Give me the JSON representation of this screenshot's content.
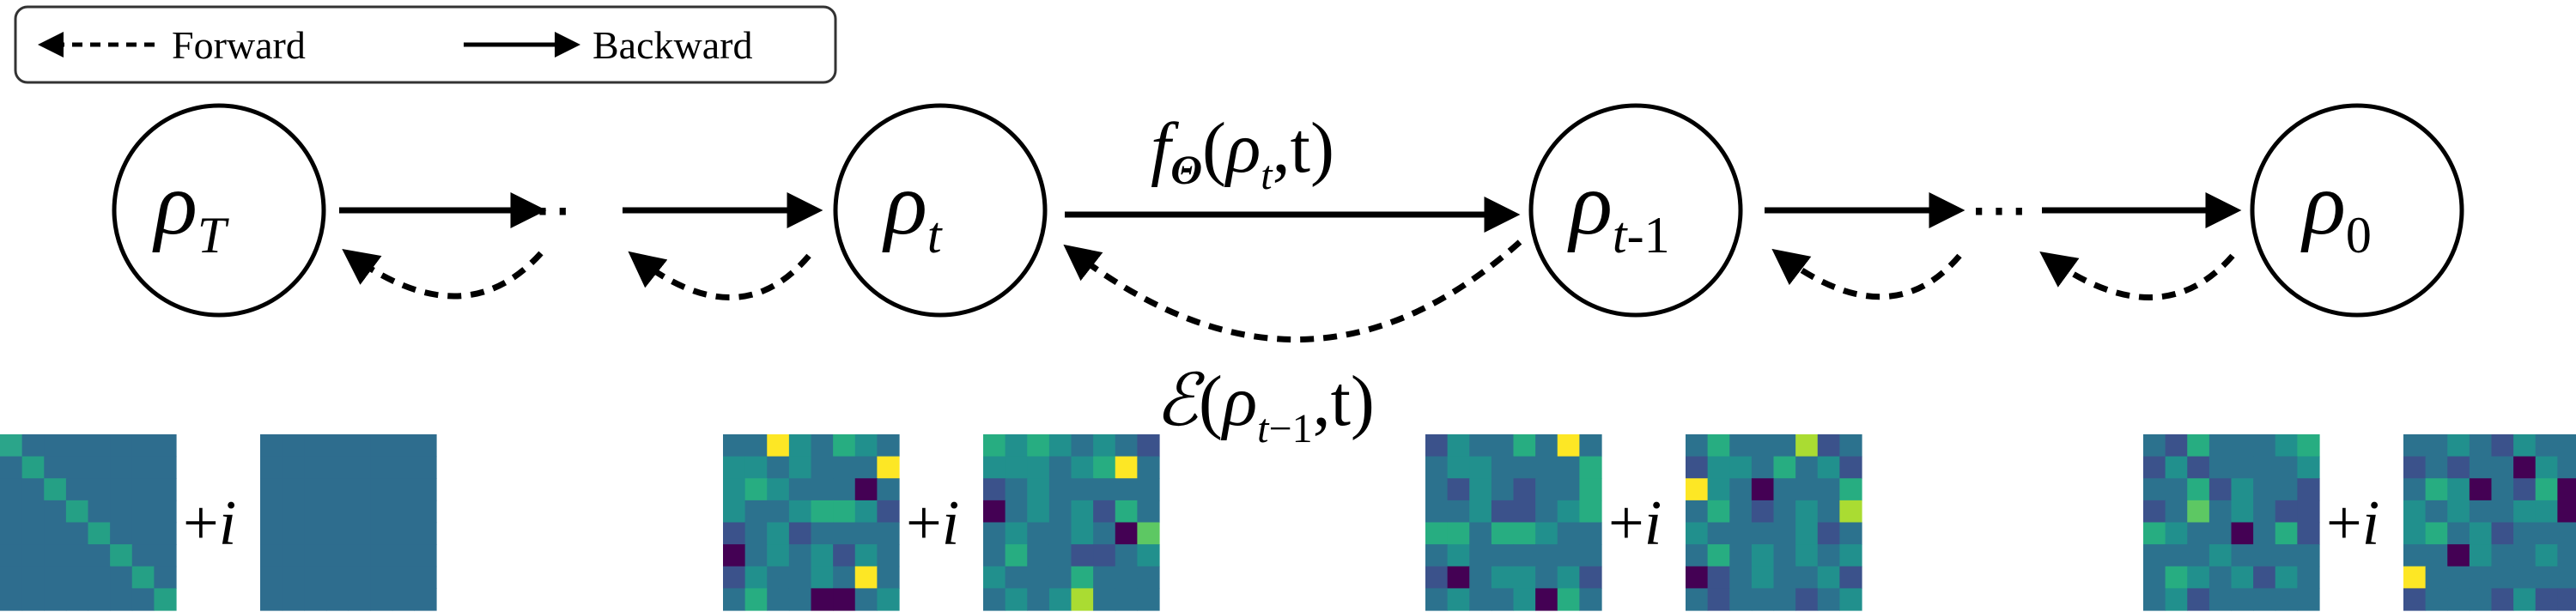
{
  "legend": {
    "forward_label": "Forward",
    "backward_label": "Backward"
  },
  "nodes": [
    {
      "id": "rho_T",
      "symbol": "ρ",
      "sub": "T"
    },
    {
      "id": "rho_t",
      "symbol": "ρ",
      "sub": "t"
    },
    {
      "id": "rho_t_minus_1",
      "symbol": "ρ",
      "sub_var": "t",
      "sub_rest": "-1"
    },
    {
      "id": "rho_0",
      "symbol": "ρ",
      "sub_upright": "0"
    }
  ],
  "ellipsis": "⋯",
  "labels": {
    "backward": {
      "func": "f",
      "param": "Θ",
      "open": "(",
      "arg": "ρ",
      "arg_sub": "t",
      "rest": ",t)"
    },
    "forward": {
      "func": "ℰ",
      "open": "(",
      "arg": "ρ",
      "arg_sub_var": "t",
      "arg_sub_rest": "−1",
      "rest": ",t)"
    }
  },
  "matrices": {
    "plus_i": "+",
    "imag_unit": "i",
    "colors": {
      "low": "#440154",
      "mid": "#2f6f8e",
      "high": "#21908d",
      "bright": "#fde725"
    }
  }
}
